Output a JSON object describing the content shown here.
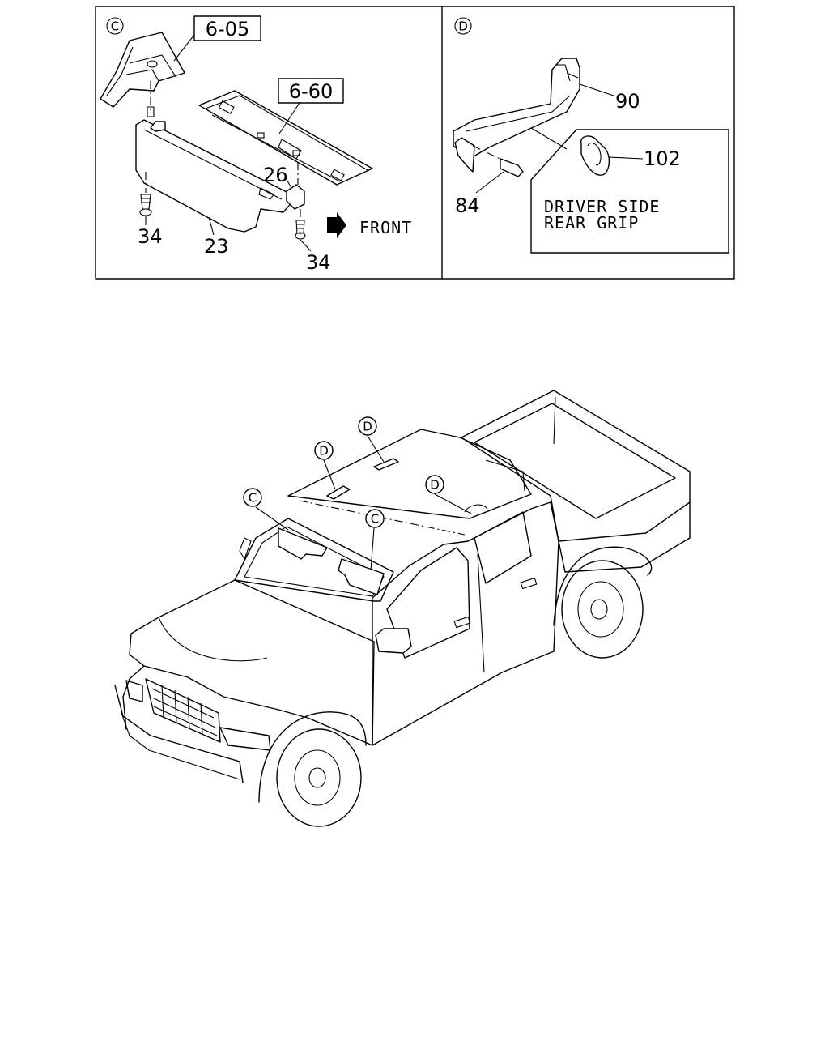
{
  "panel_c": {
    "marker": "C",
    "ref_6_05": "6-05",
    "ref_6_60": "6-60",
    "part_26": "26",
    "part_34_left": "34",
    "part_34_right": "34",
    "part_23": "23",
    "front_label": "FRONT"
  },
  "panel_d": {
    "marker": "D",
    "part_90": "90",
    "part_102": "102",
    "part_84": "84",
    "note_line1": "DRIVER SIDE",
    "note_line2": "REAR GRIP"
  },
  "truck_callouts": [
    {
      "label": "D"
    },
    {
      "label": "D"
    },
    {
      "label": "D"
    },
    {
      "label": "C"
    },
    {
      "label": "C"
    }
  ]
}
